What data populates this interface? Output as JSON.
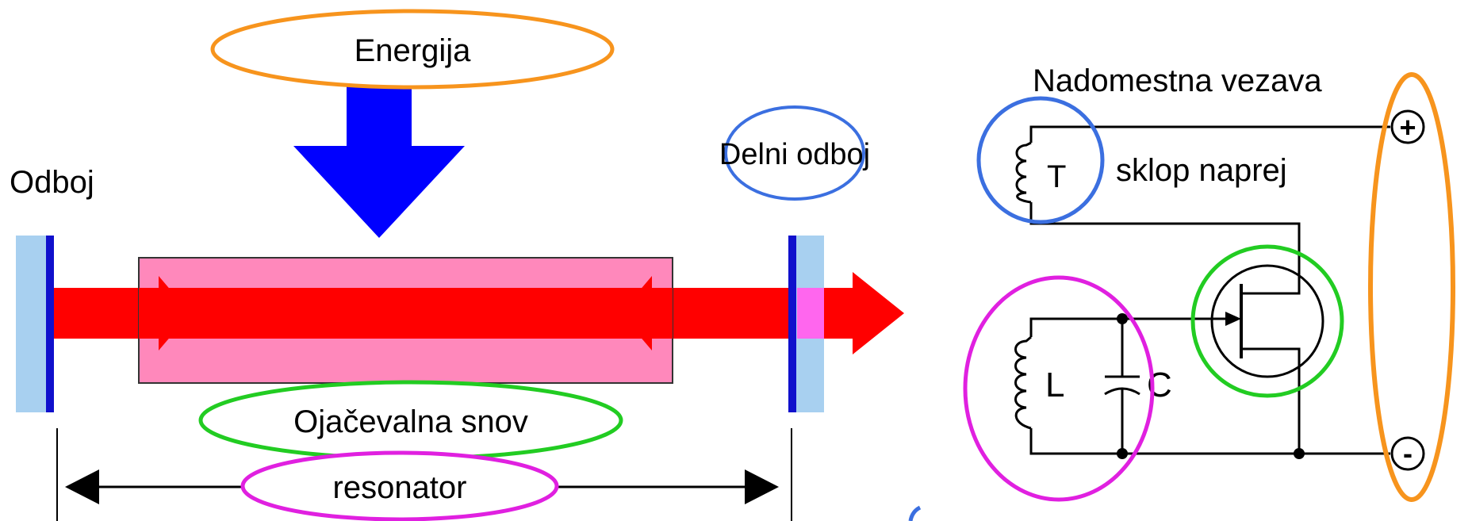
{
  "left_diagram": {
    "energy_label": "Energija",
    "reflector_label": "Odboj",
    "partial_reflector_label": "Delni odboj",
    "gain_medium_label": "Ojačevalna snov",
    "resonator_label": "resonator"
  },
  "right_diagram": {
    "title": "Nadomestna vezava",
    "transformer_letter": "T",
    "feedback_label": "sklop naprej",
    "inductor_letter": "L",
    "capacitor_letter": "C",
    "plus_sign": "+",
    "minus_sign": "-"
  },
  "colors": {
    "energy_ring": "#f7941d",
    "partial_reflector_ring": "#3b6fe0",
    "gain_ring": "#22cc22",
    "resonator_ring": "#e020e0",
    "pump_arrow": "#0000ff",
    "beam": "#ff0000",
    "gain_medium_fill": "#ff88bb",
    "mirror_glass": "#a8d0f0",
    "mirror_coating": "#1010cc"
  }
}
